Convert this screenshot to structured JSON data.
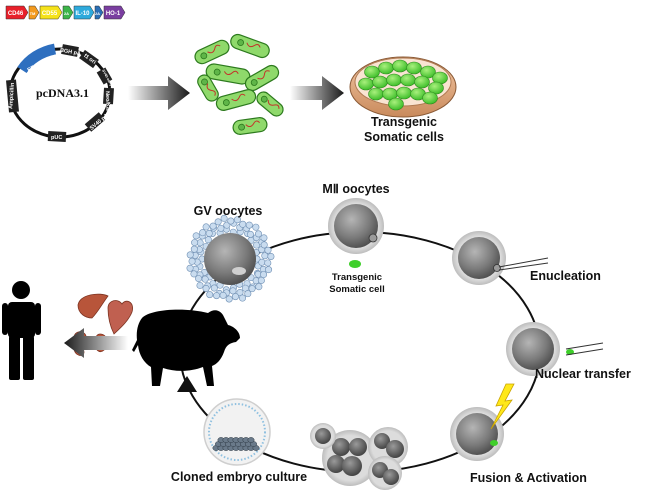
{
  "gene_cassette": [
    {
      "label": "CD46",
      "color": "#e8202a"
    },
    {
      "label": "TM",
      "color": "#f39a1e"
    },
    {
      "label": "CD55",
      "color": "#f5e21a"
    },
    {
      "label": "2A",
      "color": "#3cb549"
    },
    {
      "label": "IL-10",
      "color": "#2eaadc"
    },
    {
      "label": "2A",
      "color": "#2b6fb5"
    },
    {
      "label": "HO-1",
      "color": "#7a3ea0"
    }
  ],
  "plasmid": {
    "name": "pcDNA3.1",
    "features": [
      "EF1A promoter",
      "BGH pA",
      "f1 ori",
      "SV40 early promoter",
      "Neo/Kan",
      "SV40 pA",
      "pUC",
      "Ampicillin"
    ]
  },
  "labels": {
    "transgenic_somatic_cells": [
      "Transgenic",
      "Somatic cells"
    ],
    "gv_oocytes": "GV oocytes",
    "mii_oocytes": "MⅡ oocytes",
    "transgenic_somatic_cell": [
      "Transgenic",
      "Somatic cell"
    ],
    "enucleation": "Enucleation",
    "nuclear_transfer": "Nuclear transfer",
    "fusion_activation": "Fusion & Activation",
    "cloned_embryo_culture": "Cloned embryo culture"
  }
}
